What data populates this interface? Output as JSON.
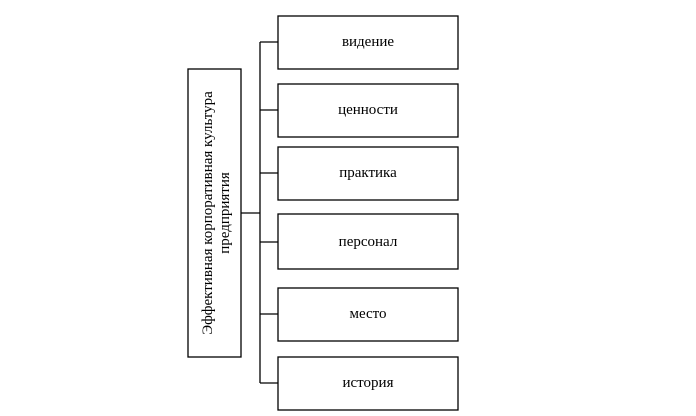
{
  "root": {
    "line1": "Эффективная корпоративная культура",
    "line2": "предприятия"
  },
  "items": [
    {
      "label": "видение"
    },
    {
      "label": "ценности"
    },
    {
      "label": "практика"
    },
    {
      "label": "персонал"
    },
    {
      "label": "место"
    },
    {
      "label": "история"
    }
  ]
}
